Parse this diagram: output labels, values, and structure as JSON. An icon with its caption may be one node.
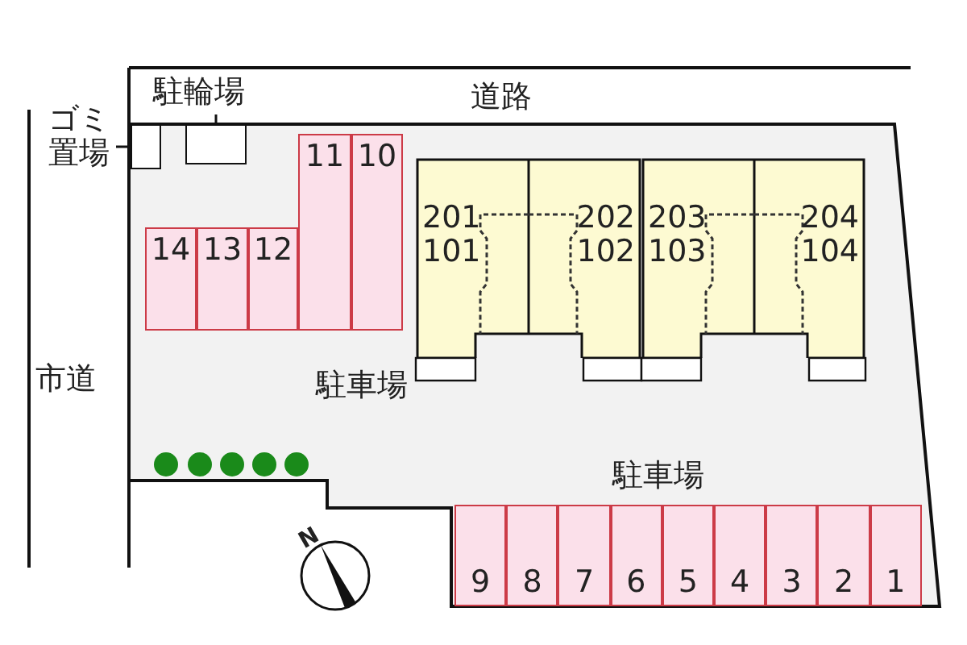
{
  "diagram": {
    "nodes": [
      {
        "text": [
          "駐輪場"
        ]
      },
      {
        "text": [],
        "shape": "box"
      },
      {
        "text": [
          "ゴミ置場"
        ]
      },
      {
        "text": [],
        "shape": "box"
      },
      {
        "text": [
          "11"
        ]
      },
      {
        "text": [
          "10"
        ]
      },
      {
        "text": [
          "201",
          "101"
        ]
      },
      {
        "text": [
          "202",
          "102"
        ]
      },
      {
        "text": [
          "203",
          "103"
        ]
      },
      {
        "text": [
          "204",
          "104"
        ]
      },
      {
        "text": [
          "14"
        ]
      },
      {
        "text": [
          "13"
        ]
      },
      {
        "text": [
          "12"
        ]
      },
      {
        "text": [
          "9"
        ]
      },
      {
        "text": [
          "8"
        ]
      },
      {
        "text": [
          "7"
        ]
      },
      {
        "text": [
          "6"
        ]
      },
      {
        "text": [
          "5"
        ]
      },
      {
        "text": [
          "4"
        ]
      },
      {
        "text": [
          "3"
        ]
      },
      {
        "text": [
          "2"
        ]
      },
      {
        "text": [
          "1"
        ]
      }
    ],
    "edges": [
      {
        "from": 0,
        "to": 3,
        "arrow": "none"
      },
      {
        "from": 2,
        "to": 1,
        "arrow": "none"
      }
    ],
    "labels": [
      "道路",
      "市道",
      "駐車場",
      "駐車場",
      "N"
    ]
  }
}
